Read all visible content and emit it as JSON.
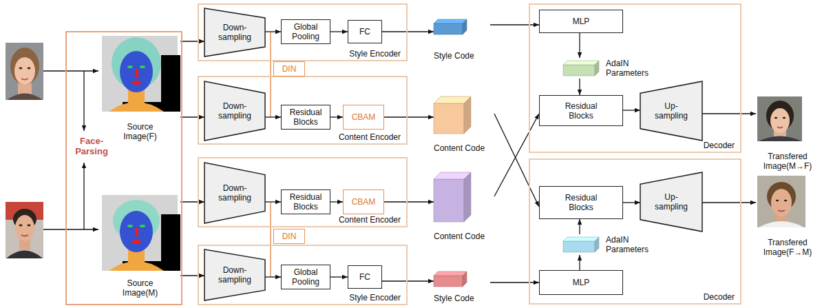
{
  "diagram": {
    "nodes": [
      {
        "text": [
          "Face-Parsing"
        ]
      },
      {
        "text": [
          "Source Image(F)"
        ],
        "in": 0
      },
      {
        "text": [
          "Source Image(M)"
        ],
        "in": 0
      },
      {
        "text": [
          "Style Encoder"
        ]
      },
      {
        "text": [
          "Down-sampling"
        ],
        "in": 3
      },
      {
        "text": [
          "Global Pooling"
        ],
        "in": 3
      },
      {
        "text": [
          "FC"
        ],
        "in": 3
      },
      {
        "text": [
          "Content Encoder"
        ]
      },
      {
        "text": [
          "Down-sampling"
        ],
        "in": 7
      },
      {
        "text": [
          "Residual Blocks"
        ],
        "in": 7
      },
      {
        "text": [
          "CBAM"
        ],
        "in": 7
      },
      {
        "text": [
          "Content Encoder"
        ]
      },
      {
        "text": [
          "Down-sampling"
        ],
        "in": 11
      },
      {
        "text": [
          "Residual Blocks"
        ],
        "in": 11
      },
      {
        "text": [
          "CBAM"
        ],
        "in": 11
      },
      {
        "text": [
          "Style Encoder"
        ]
      },
      {
        "text": [
          "Down-sampling"
        ],
        "in": 15
      },
      {
        "text": [
          "Global Pooling"
        ],
        "in": 15
      },
      {
        "text": [
          "FC"
        ],
        "in": 15
      },
      {
        "text": [
          "DIN"
        ]
      },
      {
        "text": [
          "DIN"
        ]
      },
      {
        "text": [
          "Style Code"
        ]
      },
      {
        "text": [
          "Content Code"
        ]
      },
      {
        "text": [
          "Content Code"
        ]
      },
      {
        "text": [
          "Style Code"
        ]
      },
      {
        "text": [
          "Decoder"
        ]
      },
      {
        "text": [
          "MLP"
        ],
        "in": 25
      },
      {
        "text": [
          "AdaIN Parameters"
        ],
        "in": 25
      },
      {
        "text": [
          "Residual Blocks"
        ],
        "in": 25
      },
      {
        "text": [
          "Up-sampling"
        ],
        "in": 25
      },
      {
        "text": [
          "Decoder"
        ]
      },
      {
        "text": [
          "Residual Blocks"
        ],
        "in": 30
      },
      {
        "text": [
          "Up-sampling"
        ],
        "in": 30
      },
      {
        "text": [
          "AdaIN Parameters"
        ],
        "in": 30
      },
      {
        "text": [
          "MLP"
        ],
        "in": 30
      },
      {
        "text": [
          "Transfered Image(M→F)"
        ]
      },
      {
        "text": [
          "Transfered Image(F→M)"
        ]
      }
    ],
    "edges": [
      {
        "from": 1,
        "to": 4,
        "arrow": "to"
      },
      {
        "from": 1,
        "to": 8,
        "arrow": "to"
      },
      {
        "from": 4,
        "to": 5,
        "arrow": "to"
      },
      {
        "from": 5,
        "to": 6,
        "arrow": "to"
      },
      {
        "from": 6,
        "to": 21,
        "arrow": "to"
      },
      {
        "from": 8,
        "to": 9,
        "arrow": "to"
      },
      {
        "from": 9,
        "to": 10,
        "arrow": "to"
      },
      {
        "from": 10,
        "to": 22,
        "arrow": "to"
      },
      {
        "from": 2,
        "to": 12,
        "arrow": "to"
      },
      {
        "from": 2,
        "to": 16,
        "arrow": "to"
      },
      {
        "from": 12,
        "to": 13,
        "arrow": "to"
      },
      {
        "from": 13,
        "to": 14,
        "arrow": "to"
      },
      {
        "from": 14,
        "to": 23,
        "arrow": "to"
      },
      {
        "from": 16,
        "to": 17,
        "arrow": "to"
      },
      {
        "from": 17,
        "to": 18,
        "arrow": "to"
      },
      {
        "from": 18,
        "to": 24,
        "arrow": "to"
      },
      {
        "from": 21,
        "to": 26,
        "arrow": "to"
      },
      {
        "from": 26,
        "to": 27,
        "arrow": "to"
      },
      {
        "from": 27,
        "to": 28,
        "arrow": "to"
      },
      {
        "from": 22,
        "to": 31,
        "arrow": "to"
      },
      {
        "from": 23,
        "to": 28,
        "arrow": "to"
      },
      {
        "from": 28,
        "to": 29,
        "arrow": "to"
      },
      {
        "from": 29,
        "to": 35,
        "arrow": "to"
      },
      {
        "from": 24,
        "to": 34,
        "arrow": "to"
      },
      {
        "from": 34,
        "to": 33,
        "arrow": "to"
      },
      {
        "from": 33,
        "to": 31,
        "arrow": "to"
      },
      {
        "from": 31,
        "to": 32,
        "arrow": "to"
      },
      {
        "from": 32,
        "to": 36,
        "arrow": "to"
      }
    ]
  }
}
